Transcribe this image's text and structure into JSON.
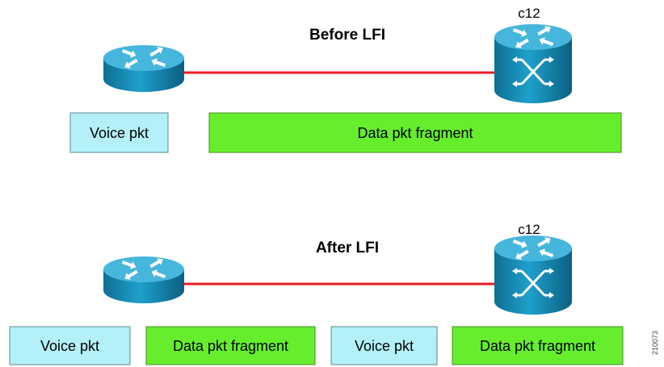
{
  "colors": {
    "link": "#ee1c25",
    "voice_fill": "#b3f0f7",
    "data_fill": "#66ee2c",
    "router_body": "#1793bf",
    "router_top": "#42b3dc"
  },
  "sections": [
    {
      "title": "Before LFI",
      "router_left": "router-icon",
      "router_right": "switching-router-icon",
      "router_right_label": "c12",
      "packets": [
        {
          "kind": "voice",
          "label": "Voice pkt"
        },
        {
          "kind": "data",
          "label": "Data pkt fragment"
        }
      ]
    },
    {
      "title": "After LFI",
      "router_left": "router-icon",
      "router_right": "switching-router-icon",
      "router_right_label": "c12",
      "packets": [
        {
          "kind": "voice",
          "label": "Voice pkt"
        },
        {
          "kind": "data",
          "label": "Data pkt fragment"
        },
        {
          "kind": "voice",
          "label": "Voice pkt"
        },
        {
          "kind": "data",
          "label": "Data pkt fragment"
        }
      ]
    }
  ],
  "figure_id": "210073"
}
